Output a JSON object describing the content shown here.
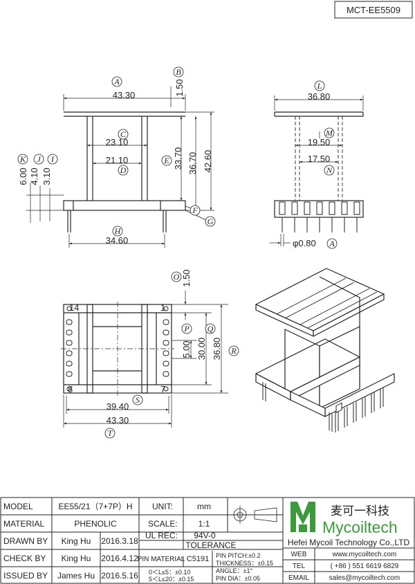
{
  "drawing_number": "MCT-EE5509",
  "dimensions": {
    "A": "43.30",
    "B": "1.50",
    "C": "23.10",
    "D": "21.10",
    "E": "33.70",
    "F_label": "F",
    "G_label": "G",
    "H": "34.60",
    "I": "3.10",
    "J": "4.10",
    "K": "6.00",
    "L": "36.80",
    "M": "19.50",
    "N": "17.50",
    "pin_dia": "φ0.80",
    "pin_dia_ref": "A",
    "O": "1.50",
    "P": "5.00",
    "Q": "30.00",
    "R": "36.80",
    "S": "39.40",
    "T": "43.30",
    "side_36": "36.70",
    "side_42": "42.60"
  },
  "pin_numbers": {
    "tl": "14",
    "tr": "1",
    "bl": "8",
    "br": "7"
  },
  "title_block": {
    "model_label": "MODEL",
    "model_value": "EE55/21（7+7P）H",
    "unit_label": "UNIT:",
    "unit_value": "mm",
    "material_label": "MATERIAL",
    "material_value": "PHENOLIC",
    "scale_label": "SCALE:",
    "scale_value": "1:1",
    "drawn_label": "DRAWN BY",
    "drawn_name": "King Hu",
    "drawn_date": "2016.3.18",
    "ul_label": "UL REC:",
    "ul_value": "94V-0",
    "check_label": "CHECK BY",
    "check_name": "King Hu",
    "check_date": "2016.4.12",
    "tolerance_label": "TOLERANCE",
    "pin_material_label": "PIN MATERIAL",
    "pin_material_value": "C5191",
    "tol_pin_pitch": "PIN PITCH:±0.2",
    "tol_thickness": "THICKNESS：±0.15",
    "tol_angle": "ANGLE：±1°",
    "tol_pin_dia": "PIN DIA：±0.05",
    "issued_label": "ISSUED BY",
    "issued_name": "James Hu",
    "issued_date": "2016.5.16",
    "tol_range1": "0＜L≤5：±0.10",
    "tol_range2": "5＜L≤20：±0.15",
    "company_cn": "麦可一科技",
    "company_en_logo": "Mycoiltech",
    "company_full": "Hefei Mycoil Technology Co.,LTD",
    "web_label": "WEB",
    "web_value": "www.mycoiltech.com",
    "tel_label": "TEL",
    "tel_value": "( +86 ) 551 6619 6829",
    "email_label": "EMAIL",
    "email_value": "sales@mycoiltech.com"
  },
  "colors": {
    "logo_green": "#3c9a3c",
    "line": "#222222"
  }
}
